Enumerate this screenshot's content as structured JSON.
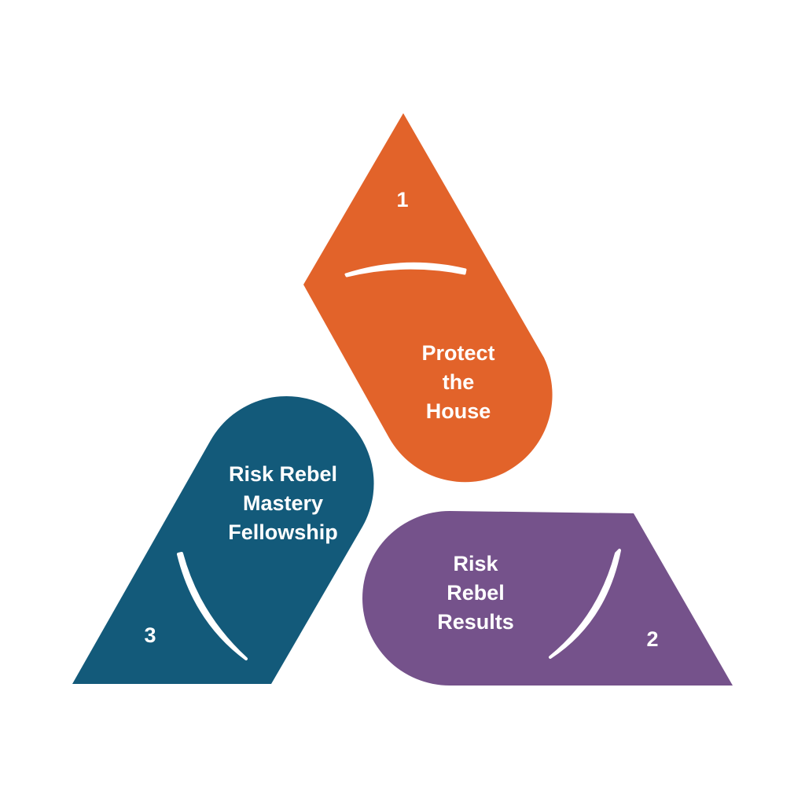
{
  "diagram": {
    "type": "three-part cycle",
    "background": "#FFFFFF",
    "segments": [
      {
        "number": "1",
        "title": "Protect\nthe\nHouse",
        "color": "#E2632A",
        "icon": "brush-stroke-icon"
      },
      {
        "number": "2",
        "title": "Risk\nRebel\nResults",
        "color": "#75528B",
        "icon": "brush-stroke-icon"
      },
      {
        "number": "3",
        "title": "Risk Rebel\nMastery\nFellowship",
        "color": "#135A7A",
        "icon": "brush-stroke-icon"
      }
    ]
  }
}
